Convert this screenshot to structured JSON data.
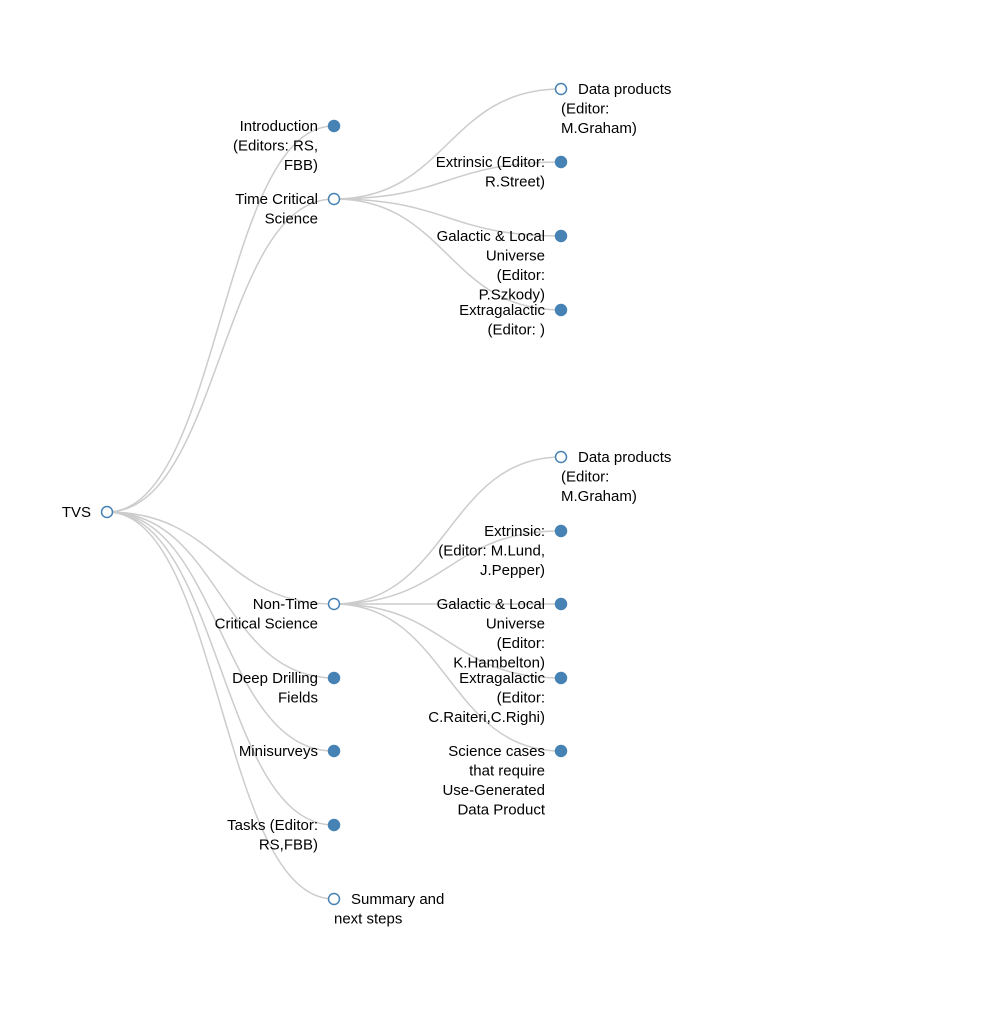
{
  "colors": {
    "node": "#4682b4",
    "collapsed_fill": "#4682b4",
    "expanded_fill": "#ffffff",
    "link": "#cccccc",
    "text": "#000000"
  },
  "tree": {
    "id": "tvs",
    "label": [
      "TVS"
    ],
    "state": "expanded",
    "children": [
      {
        "id": "introduction",
        "label": [
          "Introduction",
          "(Editors: RS,",
          "FBB)"
        ],
        "state": "collapsed"
      },
      {
        "id": "time-critical",
        "label": [
          "Time Critical",
          "Science"
        ],
        "state": "expanded",
        "children": [
          {
            "id": "tc-data-products",
            "label": [
              "Data products",
              "(Editor:",
              "M.Graham)"
            ],
            "state": "expanded"
          },
          {
            "id": "tc-extrinsic",
            "label": [
              "Extrinsic (Editor:",
              "R.Street)"
            ],
            "state": "collapsed"
          },
          {
            "id": "tc-galactic-local",
            "label": [
              "Galactic & Local",
              "Universe",
              "(Editor:",
              "P.Szkody)"
            ],
            "state": "collapsed"
          },
          {
            "id": "tc-extragalactic",
            "label": [
              "Extragalactic",
              "(Editor: )"
            ],
            "state": "collapsed"
          }
        ]
      },
      {
        "id": "non-time-critical",
        "label": [
          "Non-Time",
          "Critical Science"
        ],
        "state": "expanded",
        "children": [
          {
            "id": "ntc-data-products",
            "label": [
              "Data products",
              "(Editor:",
              "M.Graham)"
            ],
            "state": "expanded"
          },
          {
            "id": "ntc-extrinsic",
            "label": [
              "Extrinsic:",
              "(Editor: M.Lund,",
              "J.Pepper)"
            ],
            "state": "collapsed"
          },
          {
            "id": "ntc-galactic-local",
            "label": [
              "Galactic & Local",
              "Universe",
              "(Editor:",
              "K.Hambelton)"
            ],
            "state": "collapsed"
          },
          {
            "id": "ntc-extragalactic",
            "label": [
              "Extragalactic",
              "(Editor:",
              "C.Raiteri,C.Righi)"
            ],
            "state": "collapsed"
          },
          {
            "id": "ntc-user-generated",
            "label": [
              "Science cases",
              "that require",
              "Use-Generated",
              "Data Product"
            ],
            "state": "collapsed"
          }
        ]
      },
      {
        "id": "deep-drilling",
        "label": [
          "Deep Drilling",
          "Fields"
        ],
        "state": "collapsed"
      },
      {
        "id": "minisurveys",
        "label": [
          "Minisurveys"
        ],
        "state": "collapsed"
      },
      {
        "id": "tasks",
        "label": [
          "Tasks (Editor:",
          "RS,FBB)"
        ],
        "state": "collapsed"
      },
      {
        "id": "summary",
        "label": [
          "Summary and",
          "next steps"
        ],
        "state": "expanded"
      }
    ]
  }
}
